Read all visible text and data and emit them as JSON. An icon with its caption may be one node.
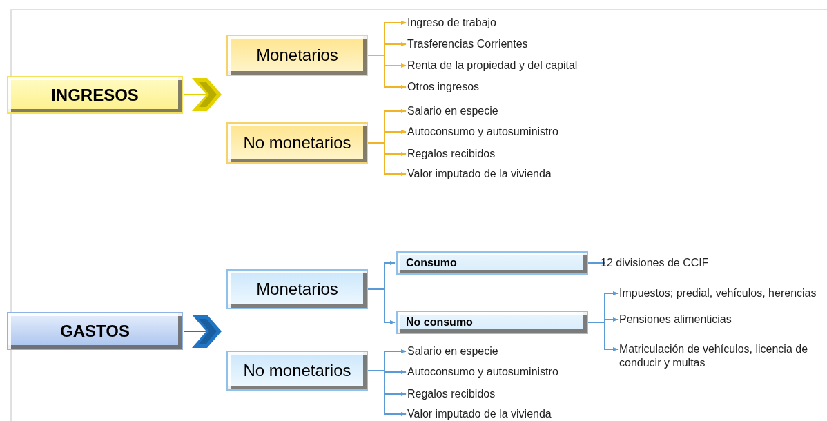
{
  "diagram": {
    "nodes": [
      {
        "text": [
          "INGRESOS"
        ]
      },
      {
        "text": [
          "Monetarios"
        ]
      },
      {
        "text": [
          "No monetarios"
        ]
      },
      {
        "text": [
          "Ingreso de trabajo"
        ]
      },
      {
        "text": [
          "Trasferencias Corrientes"
        ]
      },
      {
        "text": [
          "Renta de la propiedad  y del capital"
        ]
      },
      {
        "text": [
          "Otros ingresos"
        ]
      },
      {
        "text": [
          "Salario en especie"
        ]
      },
      {
        "text": [
          "Autoconsumo y autosuministro"
        ]
      },
      {
        "text": [
          "Regalos recibidos"
        ]
      },
      {
        "text": [
          "Valor imputado de la vivienda"
        ]
      },
      {
        "text": [
          "GASTOS"
        ]
      },
      {
        "text": [
          "Monetarios"
        ]
      },
      {
        "text": [
          "No monetarios"
        ]
      },
      {
        "text": [
          "Consumo"
        ]
      },
      {
        "text": [
          "No consumo"
        ]
      },
      {
        "text": [
          "12 divisiones de CCIF"
        ]
      },
      {
        "text": [
          "Impuestos; predial, vehículos, herencias"
        ]
      },
      {
        "text": [
          "Pensiones alimenticias"
        ]
      },
      {
        "text": [
          "Matriculación de vehículos, licencia de conducir y multas"
        ]
      },
      {
        "text": [
          "Salario en especie"
        ]
      },
      {
        "text": [
          "Autoconsumo y autosuministro"
        ]
      },
      {
        "text": [
          "Regalos recibidos"
        ]
      },
      {
        "text": [
          "Valor imputado de la vivienda"
        ]
      }
    ],
    "edges": [
      {
        "from": 0,
        "to": 1,
        "arrow": "to",
        "color": "#e2d200"
      },
      {
        "from": 1,
        "to": 3,
        "arrow": "to",
        "color": "#f0b429"
      },
      {
        "from": 1,
        "to": 4,
        "arrow": "to",
        "color": "#f0b429"
      },
      {
        "from": 1,
        "to": 5,
        "arrow": "to",
        "color": "#f0b429"
      },
      {
        "from": 1,
        "to": 6,
        "arrow": "to",
        "color": "#f0b429"
      },
      {
        "from": 2,
        "to": 7,
        "arrow": "to",
        "color": "#f0b429"
      },
      {
        "from": 2,
        "to": 8,
        "arrow": "to",
        "color": "#f0b429"
      },
      {
        "from": 2,
        "to": 9,
        "arrow": "to",
        "color": "#f0b429"
      },
      {
        "from": 2,
        "to": 10,
        "arrow": "to",
        "color": "#f0b429"
      },
      {
        "from": 11,
        "to": 13,
        "arrow": "to",
        "color": "#1f74c4"
      },
      {
        "from": 12,
        "to": 14,
        "arrow": "to"
      },
      {
        "from": 12,
        "to": 15,
        "arrow": "to"
      },
      {
        "from": 14,
        "to": 16,
        "arrow": "to"
      },
      {
        "from": 15,
        "to": 17,
        "arrow": "to"
      },
      {
        "from": 15,
        "to": 18,
        "arrow": "to"
      },
      {
        "from": 15,
        "to": 19,
        "arrow": "to"
      },
      {
        "from": 13,
        "to": 20,
        "arrow": "to"
      },
      {
        "from": 13,
        "to": 21,
        "arrow": "to"
      },
      {
        "from": 13,
        "to": 22,
        "arrow": "to"
      },
      {
        "from": 13,
        "to": 23,
        "arrow": "to"
      }
    ]
  }
}
